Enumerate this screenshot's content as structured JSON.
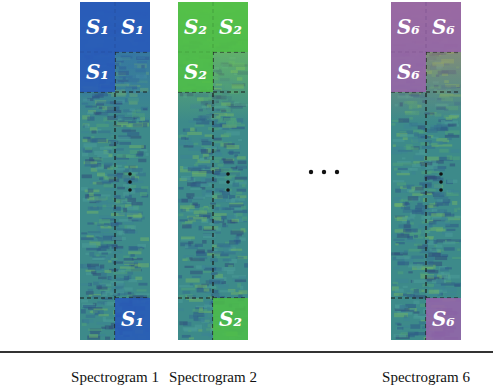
{
  "diagram": {
    "nodes": [
      {
        "text": [
          "Spectrogram 1"
        ]
      },
      {
        "text": [
          "S₁"
        ],
        "in": 0
      },
      {
        "text": [
          "S₁"
        ],
        "in": 0
      },
      {
        "text": [
          "S₁"
        ],
        "in": 0
      },
      {
        "text": [
          "S₁"
        ],
        "in": 0
      },
      {
        "text": [
          "Spectrogram 2"
        ]
      },
      {
        "text": [
          "S₂"
        ],
        "in": 5
      },
      {
        "text": [
          "S₂"
        ],
        "in": 5
      },
      {
        "text": [
          "S₂"
        ],
        "in": 5
      },
      {
        "text": [
          "S₂"
        ],
        "in": 5
      },
      {
        "text": [
          "Spectrogram 6"
        ]
      },
      {
        "text": [
          "S₆"
        ],
        "in": 10
      },
      {
        "text": [
          "S₆"
        ],
        "in": 10
      },
      {
        "text": [
          "S₆"
        ],
        "in": 10
      },
      {
        "text": [
          "S₆"
        ],
        "in": 10
      }
    ]
  }
}
